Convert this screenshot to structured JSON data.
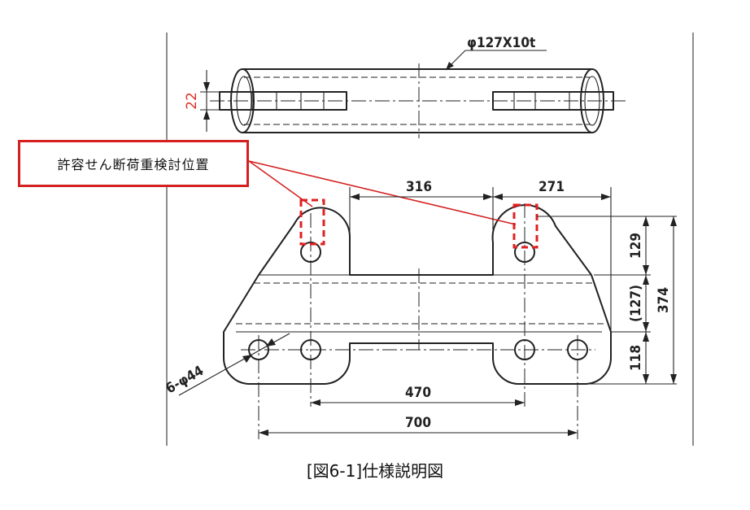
{
  "figure": {
    "caption": "[図6-1]仕様説明図",
    "callout": "許容せん断荷重検討位置",
    "pipe_spec": "φ127X10t",
    "hole_spec": "6-φ44",
    "dimensions": {
      "plate_thickness": "22",
      "upper_spacing": "316",
      "right_lug_width": "271",
      "top_height": "129",
      "middle_height": "(127)",
      "bottom_height": "118",
      "total_height": "374",
      "lower_spacing": "470",
      "overall_width": "700"
    }
  }
}
